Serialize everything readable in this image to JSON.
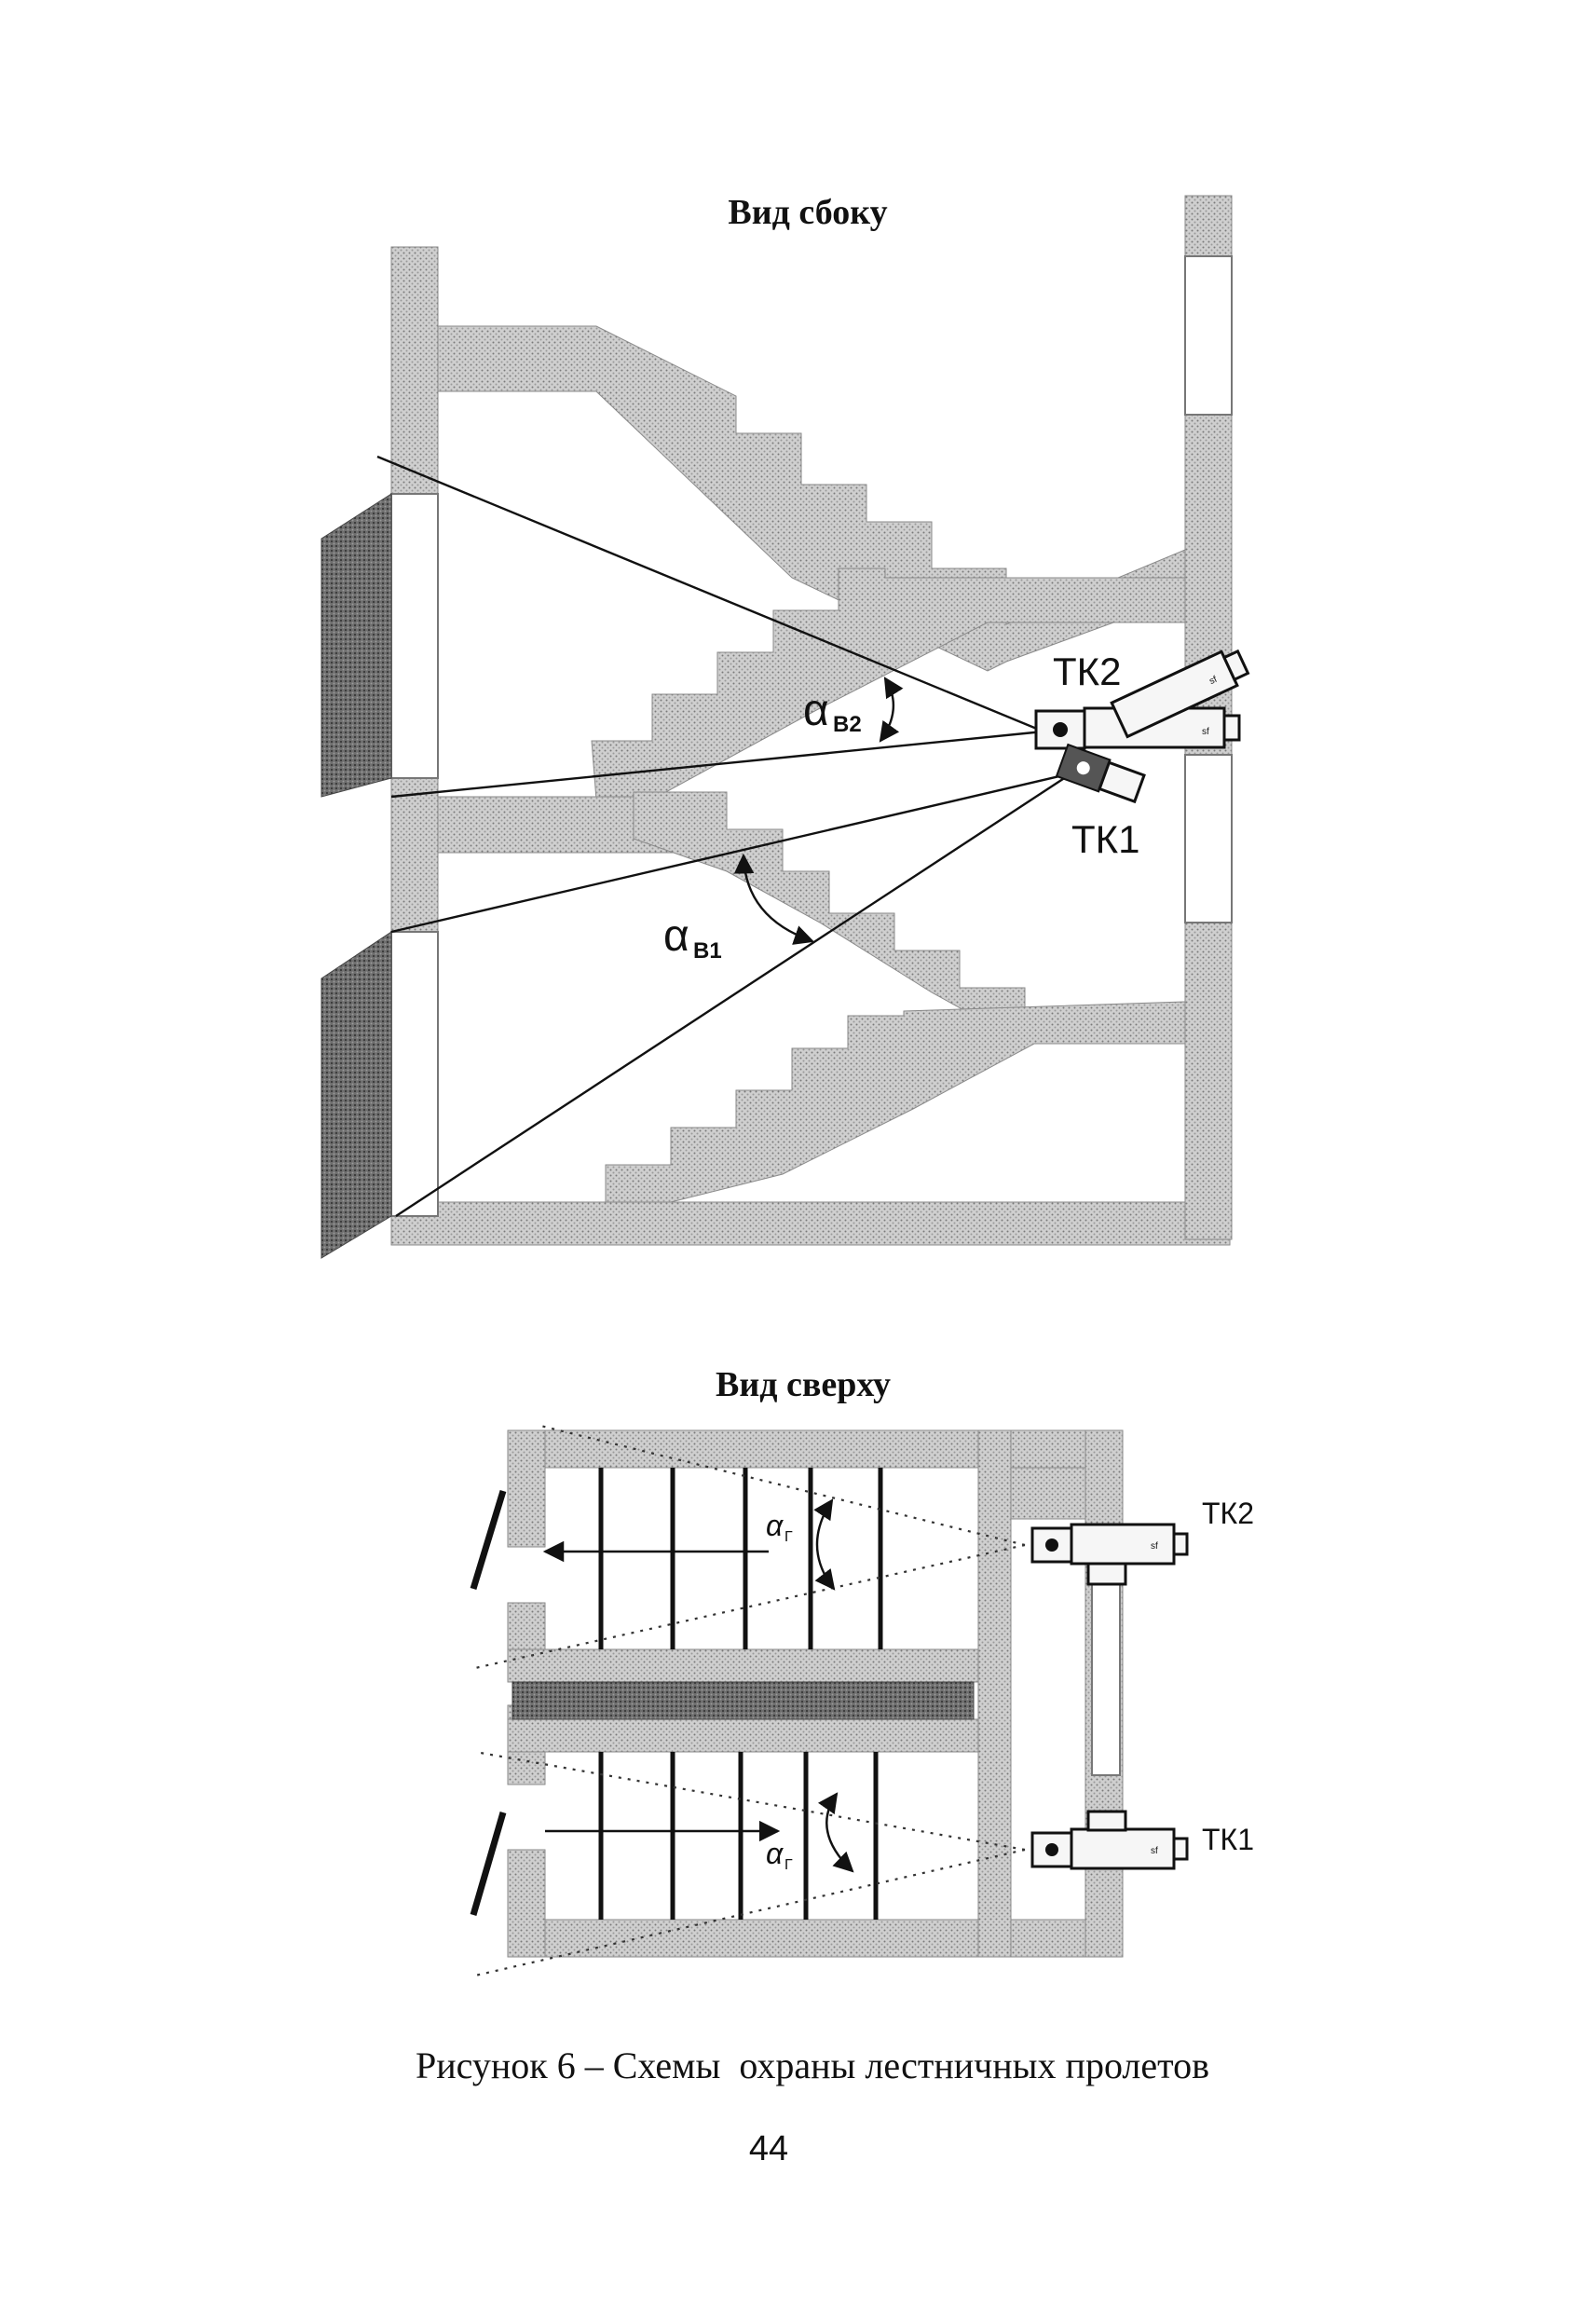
{
  "side_view": {
    "title": "Вид сбоку",
    "camera_labels": {
      "tk2": "ТК2",
      "tk1": "ТК1"
    },
    "angle_labels": {
      "a2": {
        "symbol": "α",
        "subscript": "В2"
      },
      "a1": {
        "symbol": "α",
        "subscript": "В1"
      }
    }
  },
  "top_view": {
    "title": "Вид сверху",
    "camera_labels": {
      "tk2": "ТК2",
      "tk1": "ТК1"
    },
    "angle_labels": {
      "upper": {
        "symbol": "α",
        "subscript": "Г"
      },
      "lower": {
        "symbol": "α",
        "subscript": "Г"
      }
    }
  },
  "caption": "Рисунок 6 – Схемы  охраны лестничных пролетов",
  "page_number": "44"
}
